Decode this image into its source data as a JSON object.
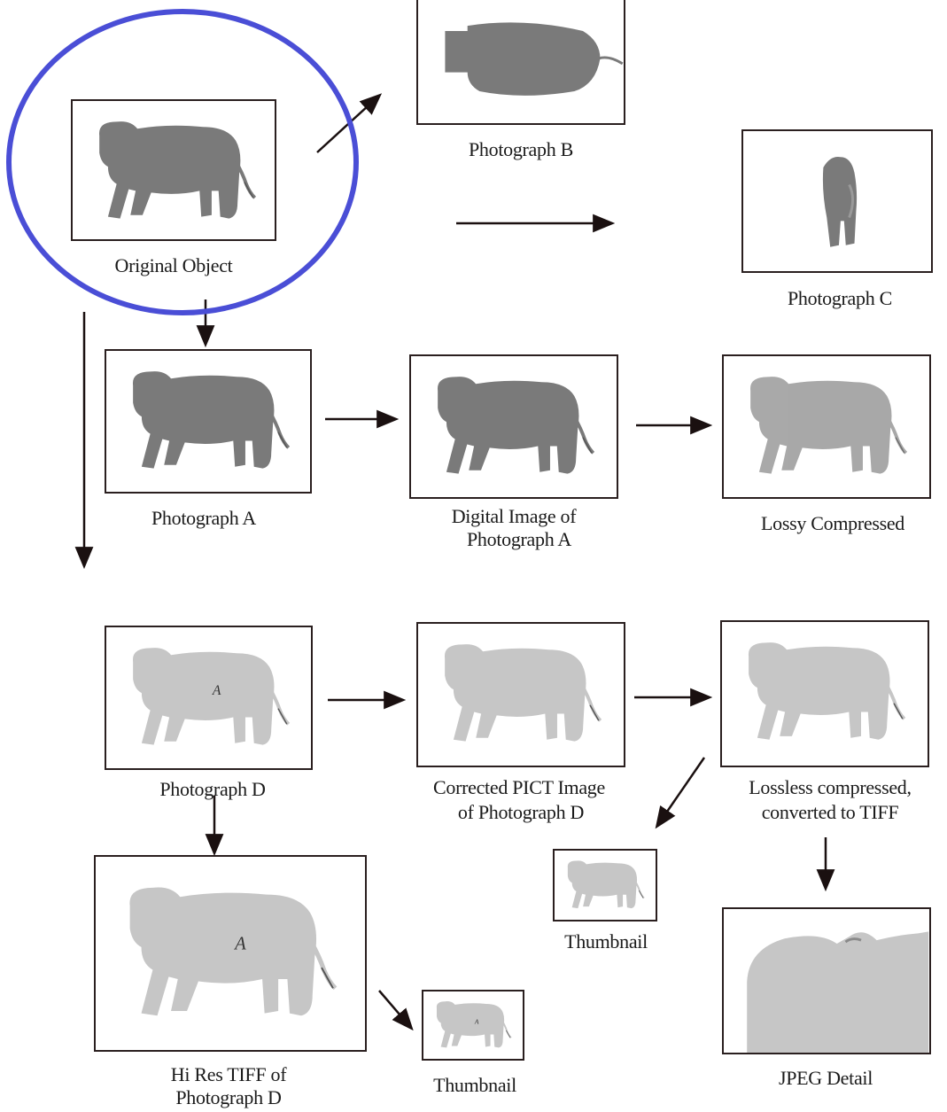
{
  "colors": {
    "frame": "#2a1f1f",
    "animal_dark": "#7a7a7a",
    "animal_light": "#c6c6c6",
    "lossy": "#9a9a9a",
    "highlight_circle": "#4a4ed6",
    "arrow": "#1a1010"
  },
  "icons": {
    "animal": "cow-silhouette-icon",
    "arrow": "arrow-icon",
    "highlight": "circle-highlight"
  },
  "labels": {
    "original_object": "Original Object",
    "photograph_b": "Photograph B",
    "photograph_c": "Photograph C",
    "photograph_a": "Photograph A",
    "digital_image_line1": "Digital Image of",
    "digital_image_line2": "Photograph A",
    "lossy_compressed": "Lossy Compressed",
    "photograph_d": "Photograph D",
    "corrected_pict_line1": "Corrected PICT Image",
    "corrected_pict_line2": "of Photograph D",
    "lossless_line1": "Lossless compressed,",
    "lossless_line2": "converted to TIFF",
    "thumbnail_right": "Thumbnail",
    "hires_line1": "Hi Res TIFF of",
    "hires_line2": "Photograph D",
    "thumbnail_bottom": "Thumbnail",
    "jpeg_detail": "JPEG Detail",
    "marker_mark": "A"
  }
}
